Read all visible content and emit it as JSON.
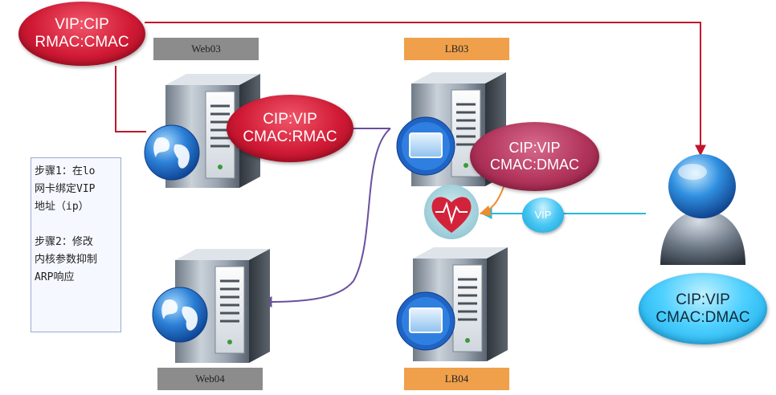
{
  "nodes": {
    "web03": "Web03",
    "web04": "Web04",
    "lb03": "LB03",
    "lb04": "LB04"
  },
  "bubbles": {
    "top_left": [
      "VIP:CIP",
      "RMAC:CMAC"
    ],
    "web03_packet": [
      "CIP:VIP",
      "CMAC:RMAC"
    ],
    "lb03_packet": [
      "CIP:VIP",
      "CMAC:DMAC"
    ],
    "client_packet": [
      "CIP:VIP",
      "CMAC:DMAC"
    ],
    "vip": "VIP"
  },
  "notes": {
    "step1": [
      "步骤1：在lo",
      "网卡绑定VIP",
      "地址（ip）"
    ],
    "step2": [
      "步骤2：修改",
      "内核参数抑制",
      "ARP响应"
    ]
  },
  "colors": {
    "tag_gray": "#8c8c8c",
    "tag_orange": "#f0a04b",
    "line_red": "#c0162c",
    "line_purple": "#6b4fa0",
    "line_cyan": "#2bb7d6",
    "line_orange": "#f08c2c"
  }
}
